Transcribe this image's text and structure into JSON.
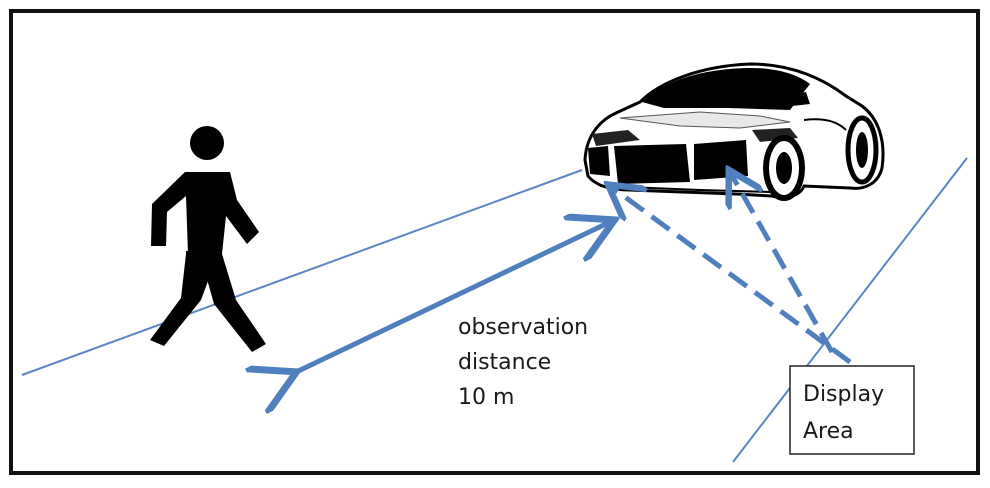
{
  "observation": {
    "line1": "observation",
    "line2": "distance",
    "line3": "10 m"
  },
  "display_area": {
    "line1": "Display",
    "line2": "Area"
  },
  "colors": {
    "frame": "#111111",
    "arrow": "#4f7fbd",
    "line": "#5a86c2",
    "figure": "#000000"
  },
  "icons": {
    "pedestrian": "pedestrian-icon",
    "car": "sports-car-icon"
  }
}
